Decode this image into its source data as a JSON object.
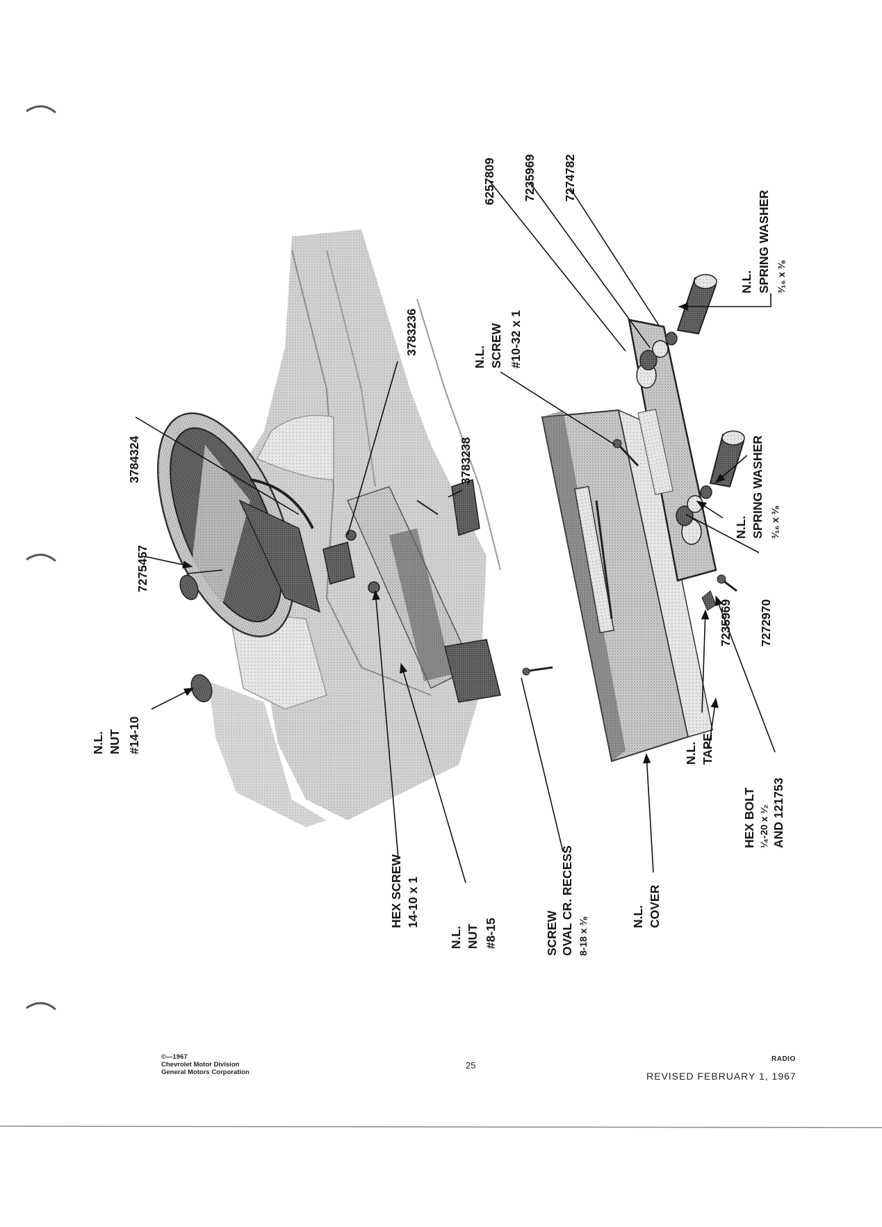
{
  "labels": {
    "l7275457": "7275457",
    "l3784324": "3784324",
    "l3783236": "3783236",
    "l3783238": "3783238",
    "l6257809": "6257809",
    "l7235969a": "7235969",
    "l7274782": "7274782",
    "nut1410": {
      "l1": "N.L.",
      "l2": "NUT",
      "l3": "#14-10"
    },
    "screw1032": {
      "l1": "N.L.",
      "l2": "SCREW",
      "l3": "#10-32 x 1"
    },
    "washer_top": {
      "l1": "N.L.",
      "l2": "SPRING  WASHER",
      "l3": "³⁄₁₆ x ³⁄₈"
    },
    "washer_mid": {
      "l1": "N.L.",
      "l2": "SPRING  WASHER",
      "l3": "³⁄₁₆ x ³⁄₈"
    },
    "l7235969b": "7235969",
    "l7272970": "7272970",
    "hexbolt": {
      "l1": "HEX  BOLT",
      "l2": "¹⁄₄-20 x ¹⁄₂",
      "l3": "AND  121753"
    },
    "tape": {
      "l1": "N.L.",
      "l2": "TAPE"
    },
    "cover": {
      "l1": "N.L.",
      "l2": "COVER"
    },
    "screw_oval": {
      "l1": "SCREW",
      "l2": "OVAL  CR.  RECESS",
      "l3": "8-18 x ³⁄₈"
    },
    "nut815": {
      "l1": "N.L.",
      "l2": "NUT",
      "l3": "#8-15"
    },
    "hexscrew": {
      "l1": "HEX  SCREW",
      "l2": "14-10 x 1"
    }
  },
  "footer": {
    "copyright": "©—1967",
    "division": "Chevrolet Motor Division",
    "corporation": "General Motors Corporation",
    "page_number": "25",
    "section": "RADIO",
    "revised": "REVISED FEBRUARY 1, 1967"
  }
}
